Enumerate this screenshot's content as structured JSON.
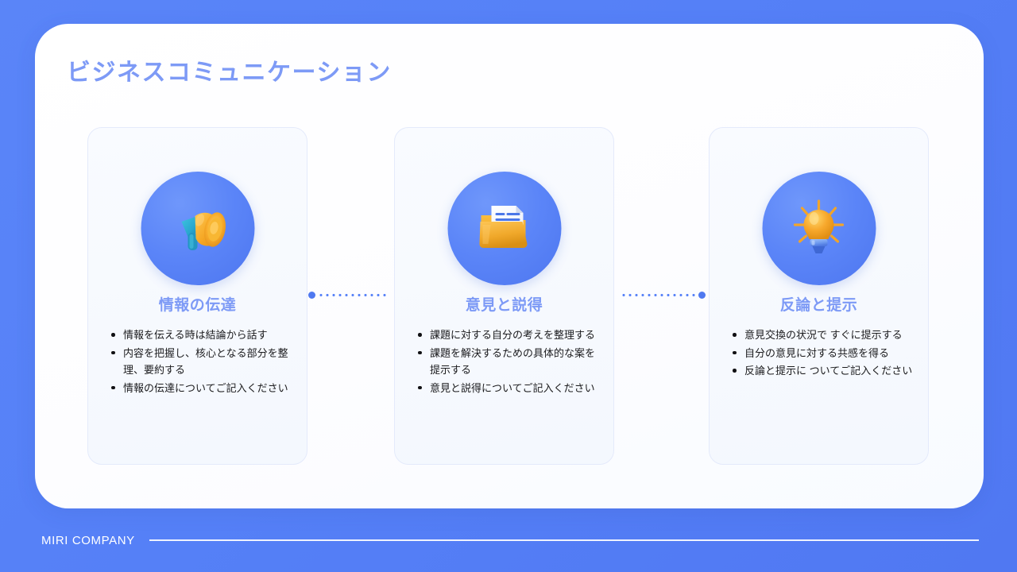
{
  "slide": {
    "title": "ビジネスコミュニケーション",
    "background_color": "#5580f7",
    "panel_color": "#ffffff",
    "accent_color": "#5b85f8",
    "heading_color": "#7d9af6"
  },
  "cards": [
    {
      "icon": "megaphone-3d-icon",
      "heading": "情報の伝達",
      "bullets": [
        "情報を伝える時は結論から話す",
        "内容を把握し、核心となる部分を整理、要約する",
        "情報の伝達についてご記入ください"
      ]
    },
    {
      "icon": "folder-document-3d-icon",
      "heading": "意見と説得",
      "bullets": [
        "課題に対する自分の考えを整理する",
        "課題を解決するための具体的な案を提示する",
        "意見と説得についてご記入ください"
      ]
    },
    {
      "icon": "lightbulb-3d-icon",
      "heading": "反論と提示",
      "bullets": [
        "意見交換の状況で すぐに提示する",
        "自分の意見に対する共感を得る",
        "反論と提示に ついてご記入ください"
      ]
    }
  ],
  "connectors": [
    {
      "dot_position": "left"
    },
    {
      "dot_position": "right"
    }
  ],
  "footer": {
    "brand": "MIRI COMPANY"
  }
}
